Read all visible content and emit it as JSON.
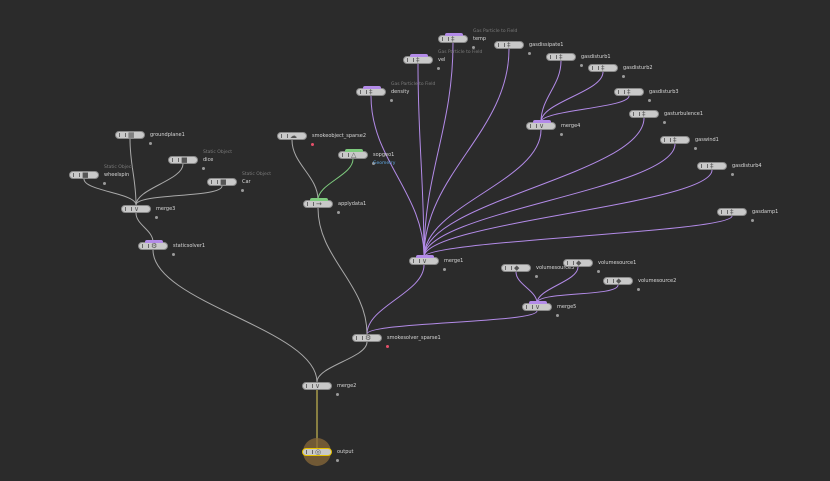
{
  "colors": {
    "background": "#2b2b2b",
    "wire_default": "#a9a9a9",
    "wire_purple": "#b38be8",
    "wire_green": "#7ecb7e",
    "wire_yellow": "#e6d35a",
    "node_fill": "#c9c9c9",
    "bar_purple": "#b38be8",
    "bar_green": "#7ecb7e",
    "output_halo": "#8a6a3a",
    "output_flag": "#e6c200"
  },
  "nodes": [
    {
      "id": "temp",
      "label": "temp",
      "sub": "Gas Particle to Field",
      "icon": "gas-icon",
      "bar": "purple"
    },
    {
      "id": "vel",
      "label": "vel",
      "sub": "Gas Particle to Field",
      "icon": "gas-icon",
      "bar": "purple"
    },
    {
      "id": "density",
      "label": "density",
      "sub": "Gas Particle to Field",
      "icon": "gas-icon",
      "bar": "purple"
    },
    {
      "id": "gasdissipate1",
      "label": "gasdissipate1",
      "icon": "gas-icon"
    },
    {
      "id": "gasdisturb1",
      "label": "gasdisturb1",
      "icon": "gas-icon"
    },
    {
      "id": "gasdisturb2",
      "label": "gasdisturb2",
      "icon": "gas-icon"
    },
    {
      "id": "gasdisturb3",
      "label": "gasdisturb3",
      "icon": "gas-icon"
    },
    {
      "id": "gasturbulence1",
      "label": "gasturbulence1",
      "icon": "gas-icon"
    },
    {
      "id": "merge4",
      "label": "merge4",
      "icon": "merge-icon",
      "bar": "purple"
    },
    {
      "id": "gaswind1",
      "label": "gaswind1",
      "icon": "gas-icon"
    },
    {
      "id": "gasdisturb4",
      "label": "gasdisturb4",
      "icon": "gas-icon"
    },
    {
      "id": "gasdamp1",
      "label": "gasdamp1",
      "icon": "gas-icon"
    },
    {
      "id": "merge1",
      "label": "merge1",
      "icon": "merge-icon",
      "bar": "purple"
    },
    {
      "id": "volumesource3",
      "label": "volumesource3",
      "icon": "volume-icon"
    },
    {
      "id": "volumesource1",
      "label": "volumesource1",
      "icon": "volume-icon"
    },
    {
      "id": "volumesource2",
      "label": "volumesource2",
      "icon": "volume-icon"
    },
    {
      "id": "merge5",
      "label": "merge5",
      "icon": "merge-icon",
      "bar": "purple"
    },
    {
      "id": "smokeobject_sparse2",
      "label": "smokeobject_sparse2",
      "icon": "smoke-icon",
      "dot": "red"
    },
    {
      "id": "sopgeo1",
      "label": "sopgeo1",
      "sub": "Geometry",
      "sub_blue": true,
      "icon": "sop-icon",
      "bar": "green"
    },
    {
      "id": "applydata1",
      "label": "applydata1",
      "icon": "apply-icon",
      "bar": "green"
    },
    {
      "id": "smokesolver_sparse1",
      "label": "smokesolver_sparse1",
      "icon": "solver-icon",
      "dot": "red"
    },
    {
      "id": "groundplane1",
      "label": "groundplane1",
      "icon": "ground-icon"
    },
    {
      "id": "dice",
      "label": "dice",
      "sub": "Static Object",
      "icon": "static-icon"
    },
    {
      "id": "wheelspin",
      "label": "wheelspin",
      "sub": "Static Object",
      "icon": "static-icon"
    },
    {
      "id": "car",
      "label": "Car",
      "sub": "Static Object",
      "icon": "static-icon"
    },
    {
      "id": "merge3",
      "label": "merge3",
      "icon": "merge-icon"
    },
    {
      "id": "staticsolver1",
      "label": "staticsolver1",
      "icon": "solver-icon",
      "bar": "purple"
    },
    {
      "id": "merge2",
      "label": "merge2",
      "icon": "merge-icon"
    },
    {
      "id": "output",
      "label": "output",
      "icon": "output-icon",
      "flag": true
    }
  ],
  "wires": [
    {
      "from": "temp",
      "to": "merge1",
      "color": "purple"
    },
    {
      "from": "vel",
      "to": "merge1",
      "color": "purple"
    },
    {
      "from": "density",
      "to": "merge1",
      "color": "purple"
    },
    {
      "from": "gasdissipate1",
      "to": "merge1",
      "color": "purple"
    },
    {
      "from": "merge4",
      "to": "merge1",
      "color": "purple"
    },
    {
      "from": "gasturbulence1",
      "to": "merge1",
      "color": "purple"
    },
    {
      "from": "gaswind1",
      "to": "merge1",
      "color": "purple"
    },
    {
      "from": "gasdisturb4",
      "to": "merge1",
      "color": "purple"
    },
    {
      "from": "gasdamp1",
      "to": "merge1",
      "color": "purple"
    },
    {
      "from": "gasdisturb1",
      "to": "merge4",
      "color": "purple"
    },
    {
      "from": "gasdisturb2",
      "to": "merge4",
      "color": "purple"
    },
    {
      "from": "gasdisturb3",
      "to": "merge4",
      "color": "purple"
    },
    {
      "from": "volumesource3",
      "to": "merge5",
      "color": "purple"
    },
    {
      "from": "volumesource1",
      "to": "merge5",
      "color": "purple"
    },
    {
      "from": "volumesource2",
      "to": "merge5",
      "color": "purple"
    },
    {
      "from": "merge1",
      "to": "smokesolver_sparse1",
      "color": "purple"
    },
    {
      "from": "merge5",
      "to": "smokesolver_sparse1",
      "color": "purple"
    },
    {
      "from": "applydata1",
      "to": "smokesolver_sparse1",
      "color": "default"
    },
    {
      "from": "smokeobject_sparse2",
      "to": "applydata1",
      "color": "default"
    },
    {
      "from": "sopgeo1",
      "to": "applydata1",
      "color": "green"
    },
    {
      "from": "groundplane1",
      "to": "merge3",
      "color": "default"
    },
    {
      "from": "dice",
      "to": "merge3",
      "color": "default"
    },
    {
      "from": "wheelspin",
      "to": "merge3",
      "color": "default"
    },
    {
      "from": "car",
      "to": "merge3",
      "color": "default"
    },
    {
      "from": "merge3",
      "to": "staticsolver1",
      "color": "default"
    },
    {
      "from": "staticsolver1",
      "to": "merge2",
      "color": "default"
    },
    {
      "from": "smokesolver_sparse1",
      "to": "merge2",
      "color": "default"
    },
    {
      "from": "merge2",
      "to": "output",
      "color": "yellow"
    }
  ]
}
